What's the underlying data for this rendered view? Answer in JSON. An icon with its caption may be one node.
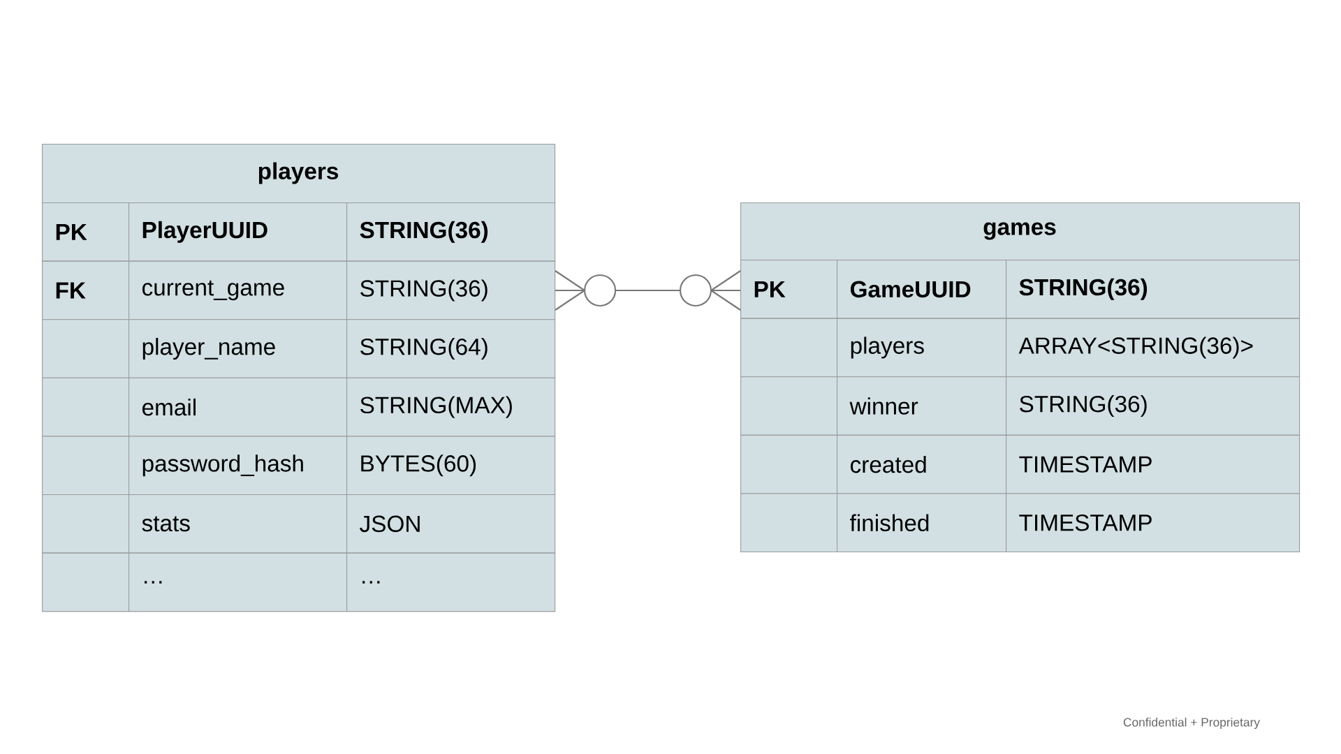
{
  "diagram": {
    "nodes": [
      {
        "text": [
          "players"
        ]
      },
      {
        "text": [
          "PK"
        ],
        "in": 0
      },
      {
        "text": [
          "PlayerUUID"
        ],
        "in": 0
      },
      {
        "text": [
          "STRING(36)"
        ],
        "in": 0
      },
      {
        "text": [
          "FK"
        ],
        "in": 0
      },
      {
        "text": [
          "current_game"
        ],
        "in": 0
      },
      {
        "text": [
          "STRING(36)"
        ],
        "in": 0
      },
      {
        "text": [],
        "shape": "box",
        "in": 0
      },
      {
        "text": [
          "player_name"
        ],
        "in": 0
      },
      {
        "text": [
          "STRING(64)"
        ],
        "in": 0
      },
      {
        "text": [],
        "shape": "box",
        "in": 0
      },
      {
        "text": [
          "email"
        ],
        "in": 0
      },
      {
        "text": [
          "STRING(MAX)"
        ],
        "in": 0
      },
      {
        "text": [],
        "shape": "box",
        "in": 0
      },
      {
        "text": [
          "password_hash"
        ],
        "in": 0
      },
      {
        "text": [
          "BYTES(60)"
        ],
        "in": 0
      },
      {
        "text": [],
        "shape": "box",
        "in": 0
      },
      {
        "text": [
          "stats"
        ],
        "in": 0
      },
      {
        "text": [
          "JSON"
        ],
        "in": 0
      },
      {
        "text": [],
        "shape": "box",
        "in": 0
      },
      {
        "text": [
          "…"
        ],
        "in": 0
      },
      {
        "text": [
          "…"
        ],
        "in": 0
      },
      {
        "text": [
          "games"
        ]
      },
      {
        "text": [
          "PK"
        ],
        "in": 22
      },
      {
        "text": [
          "GameUUID"
        ],
        "in": 22
      },
      {
        "text": [
          "STRING(36)"
        ],
        "in": 22
      },
      {
        "text": [],
        "shape": "box",
        "in": 22
      },
      {
        "text": [
          "players"
        ],
        "in": 22
      },
      {
        "text": [
          "ARRAY<STRING(36)>"
        ],
        "in": 22
      },
      {
        "text": [],
        "shape": "box",
        "in": 22
      },
      {
        "text": [
          "winner"
        ],
        "in": 22
      },
      {
        "text": [
          "STRING(36)"
        ],
        "in": 22
      },
      {
        "text": [],
        "shape": "box",
        "in": 22
      },
      {
        "text": [
          "created"
        ],
        "in": 22
      },
      {
        "text": [
          "TIMESTAMP"
        ],
        "in": 22
      },
      {
        "text": [],
        "shape": "box",
        "in": 22
      },
      {
        "text": [
          "finished"
        ],
        "in": 22
      },
      {
        "text": [
          "TIMESTAMP"
        ],
        "in": 22
      }
    ],
    "edges": [
      {
        "from": 0,
        "to": 22,
        "arrow": "other"
      }
    ],
    "labels": [
      "Confidential + Proprietary"
    ]
  }
}
